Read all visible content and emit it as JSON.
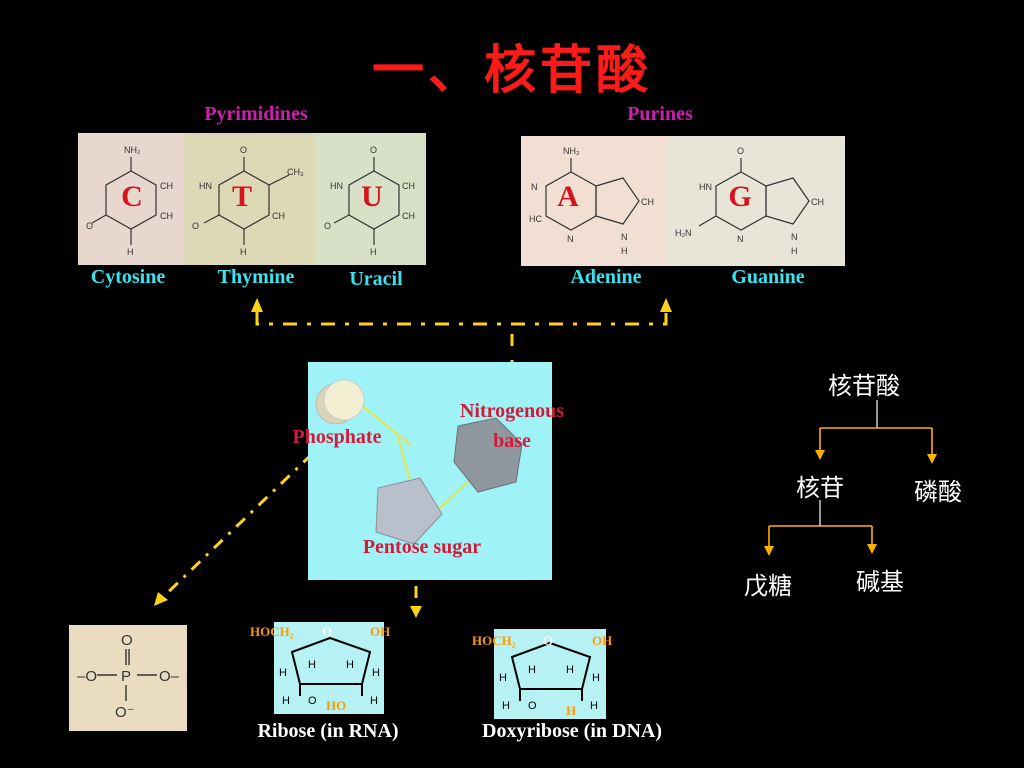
{
  "title": "一、核苷酸",
  "pyrimidines": {
    "label": "Pyrimidines",
    "bases": [
      {
        "letter": "C",
        "name": "Cytosine"
      },
      {
        "letter": "T",
        "name": "Thymine"
      },
      {
        "letter": "U",
        "name": "Uracil"
      }
    ]
  },
  "purines": {
    "label": "Purines",
    "bases": [
      {
        "letter": "A",
        "name": "Adenine"
      },
      {
        "letter": "G",
        "name": "Guanine"
      }
    ]
  },
  "center": {
    "phosphate": "Phosphate",
    "nitrogenous_base": "Nitrogenous base",
    "pentose": "Pentose sugar"
  },
  "tree": {
    "root": "核苷酸",
    "left": "核苷",
    "right": "磷酸",
    "leaf_left": "戊糖",
    "leaf_right": "碱基"
  },
  "sugars": [
    {
      "caption": "Ribose (in RNA)",
      "top_left": "HOCH₂",
      "top_right": "OH",
      "bottom": "HO"
    },
    {
      "caption": "Doxyribose (in DNA)",
      "top_left": "HOCH₂",
      "top_right": "OH",
      "bottom": "H"
    }
  ],
  "colors": {
    "title": "#ff1a1a",
    "group_label": "#cc1fb0",
    "base_name": "#39e3f0",
    "letter": "#d6141c",
    "arrow": "#ffd21a"
  }
}
